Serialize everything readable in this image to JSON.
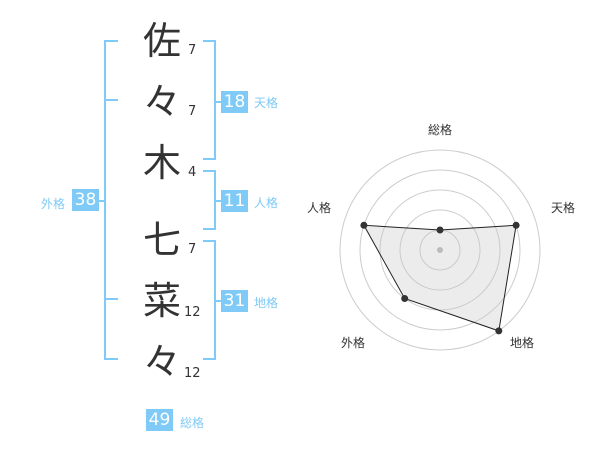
{
  "name": {
    "chars": [
      "佐",
      "々",
      "木",
      "七",
      "菜",
      "々"
    ],
    "strokes": [
      "7",
      "7",
      "4",
      "7",
      "12",
      "12"
    ]
  },
  "fortune": {
    "tenkaku": {
      "label": "天格",
      "value": "18"
    },
    "jinkaku": {
      "label": "人格",
      "value": "11"
    },
    "chikaku": {
      "label": "地格",
      "value": "31"
    },
    "gaikaku": {
      "label": "外格",
      "value": "38"
    },
    "soukaku": {
      "label": "総格",
      "value": "49"
    }
  },
  "colors": {
    "accent": "#7fcaf6",
    "text": "#333333",
    "grid": "#cccccc"
  },
  "chart_data": {
    "type": "radar",
    "axes": [
      "総格",
      "天格",
      "地格",
      "外格",
      "人格"
    ],
    "values": [
      1,
      4,
      5,
      3,
      4
    ],
    "max": 5
  }
}
